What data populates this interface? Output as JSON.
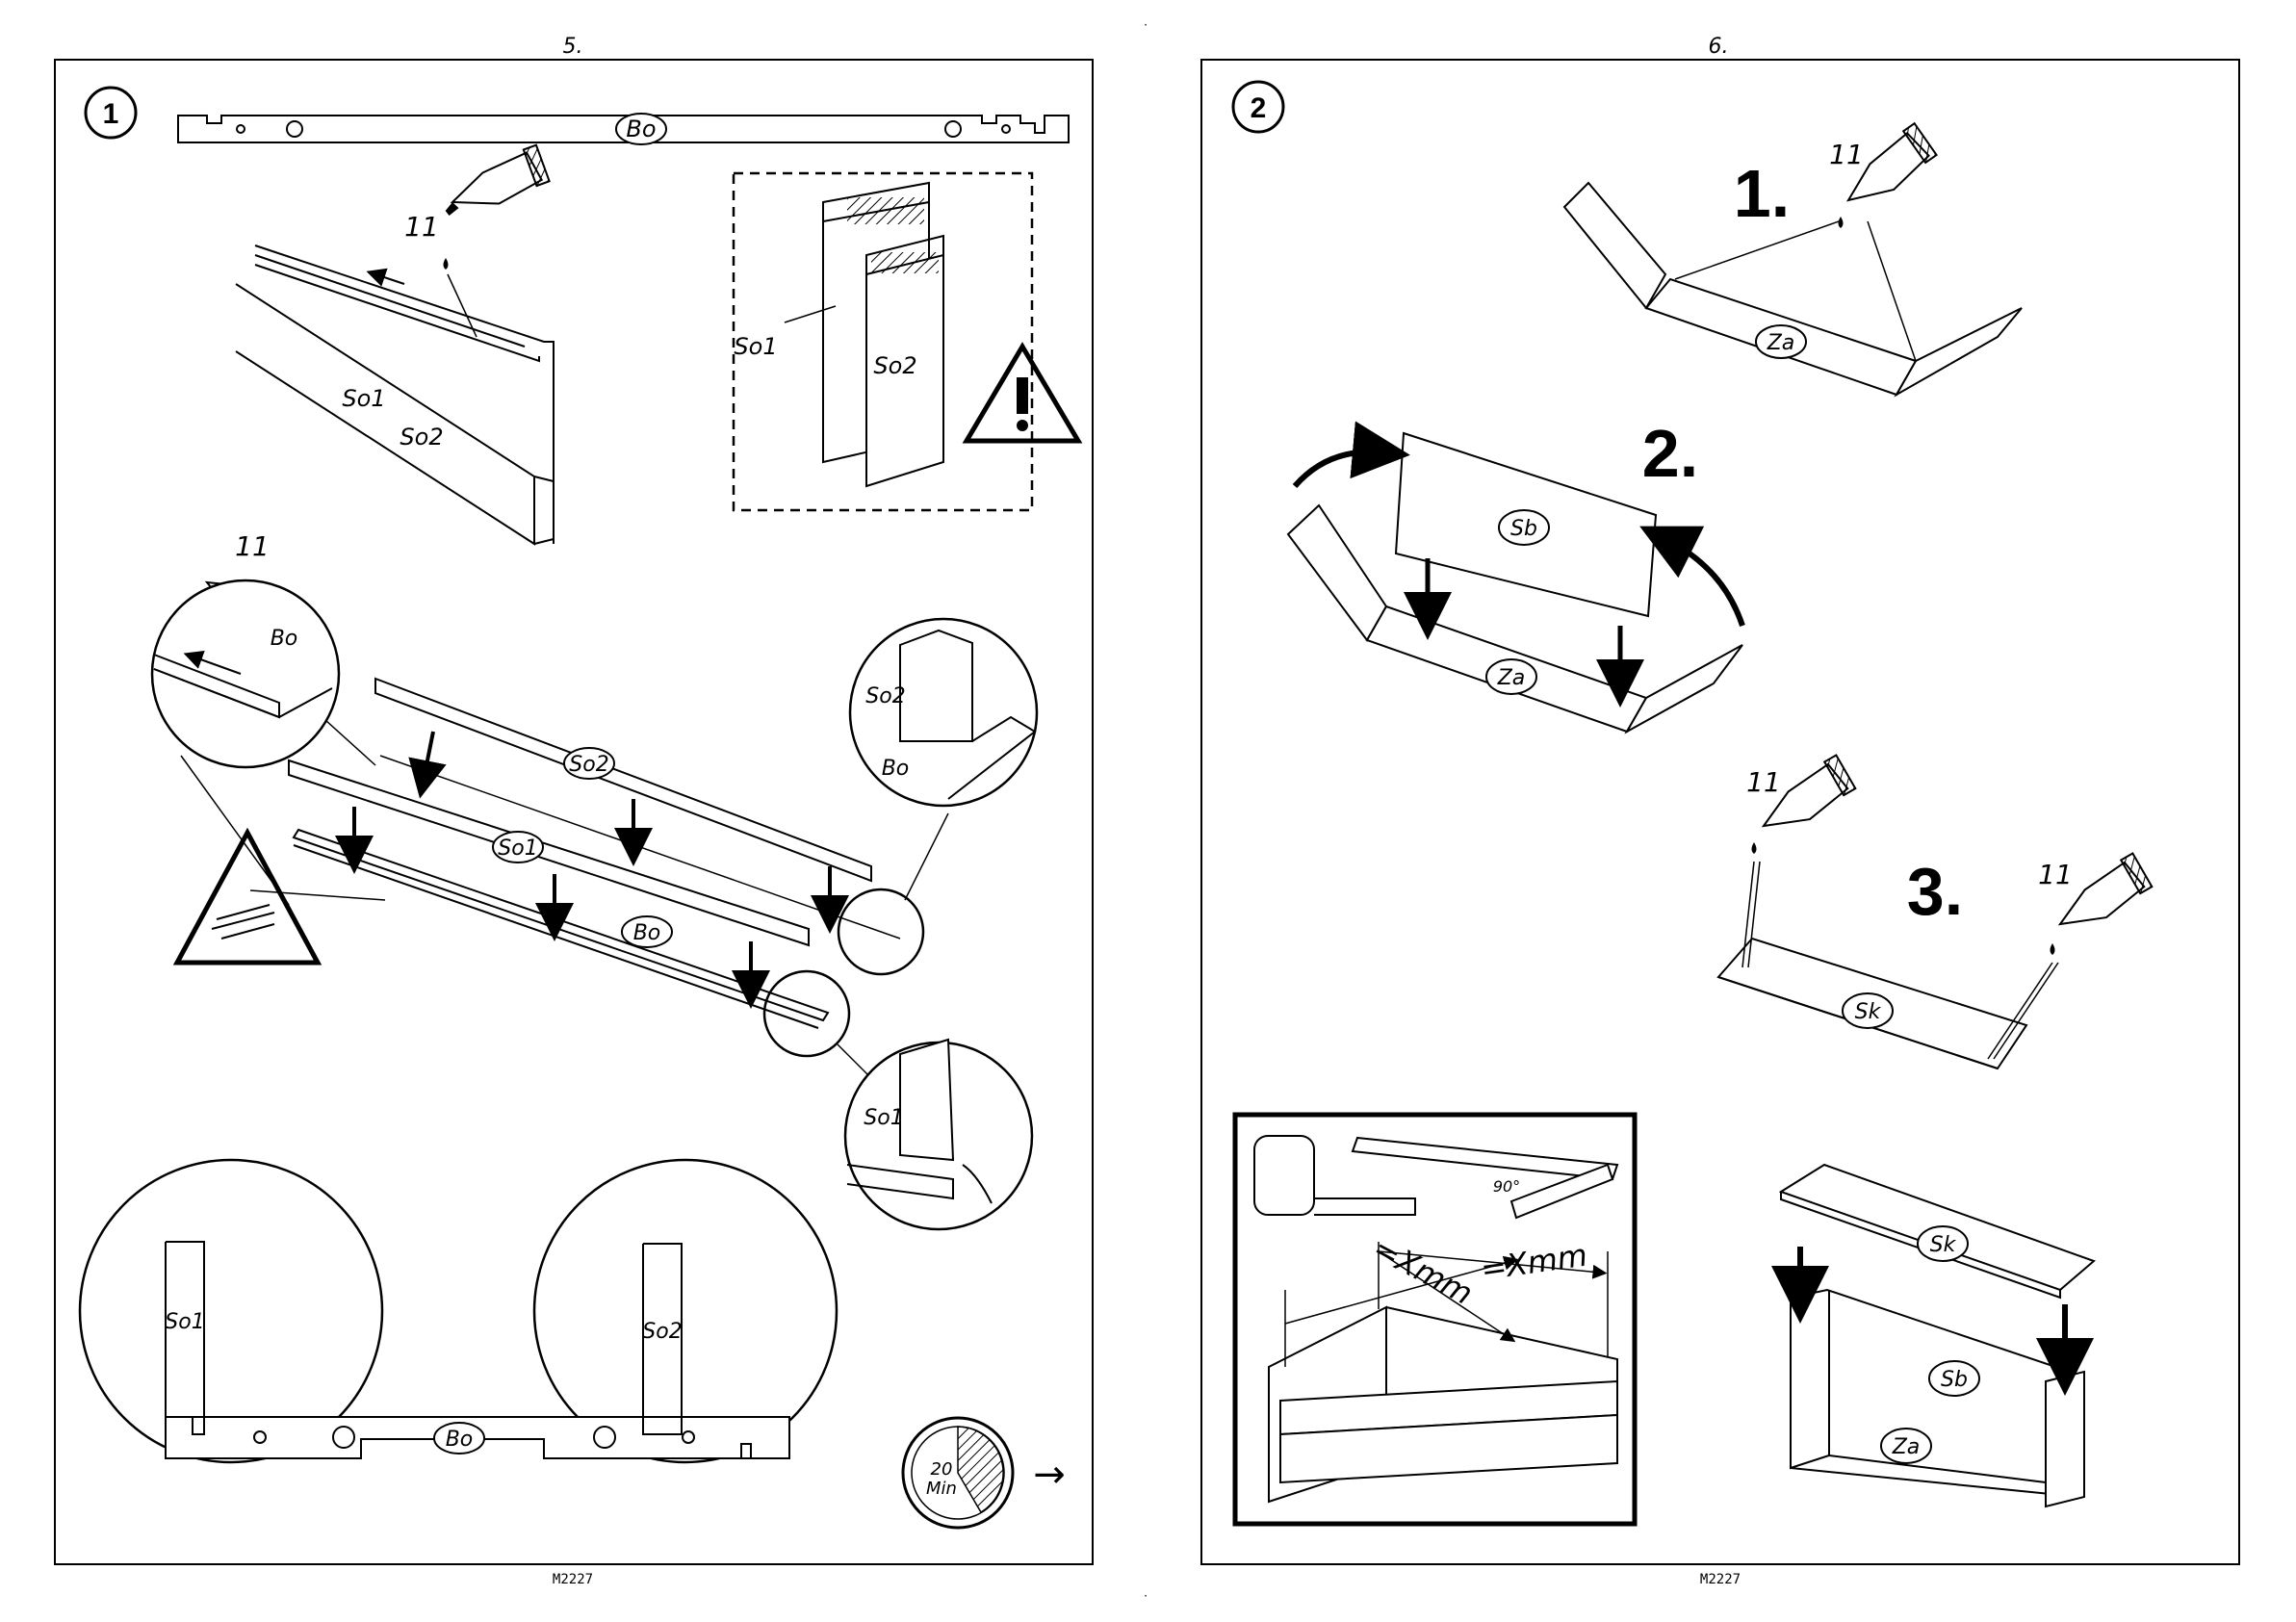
{
  "pages": [
    {
      "page_number": "5.",
      "step_number": "1",
      "footer_code": "M2227",
      "top_strip_label": "Bo",
      "glue_label_top": "11",
      "glue_label_mid": "11",
      "board_labels": [
        "So1",
        "So2"
      ],
      "warning_box_labels": [
        "So1",
        "So2"
      ],
      "zoom_left_label": "Bo",
      "assembly_labels": [
        "So2",
        "So1",
        "Bo"
      ],
      "zoom_right_top_labels": [
        "So2",
        "Bo"
      ],
      "zoom_right_bottom_label": "So1",
      "bottom_circle_left_label": "So1",
      "bottom_circle_right_label": "So2",
      "bottom_bar_label": "Bo",
      "timer": {
        "value": "20",
        "unit": "Min"
      },
      "next_arrow": "→"
    },
    {
      "page_number": "6.",
      "step_number": "2",
      "footer_code": "M2227",
      "substeps": [
        "1.",
        "2.",
        "3."
      ],
      "glue_labels": [
        "11",
        "11",
        "11"
      ],
      "labels": {
        "za_1": "Za",
        "sb_2": "Sb",
        "za_2": "Za",
        "sk_3": "Sk",
        "sk_final": "Sk",
        "sb_final": "Sb",
        "za_final": "Za"
      },
      "measure": {
        "diag_a": "=Xmm",
        "diag_b": "=Xmm",
        "angle": "90°"
      }
    }
  ]
}
